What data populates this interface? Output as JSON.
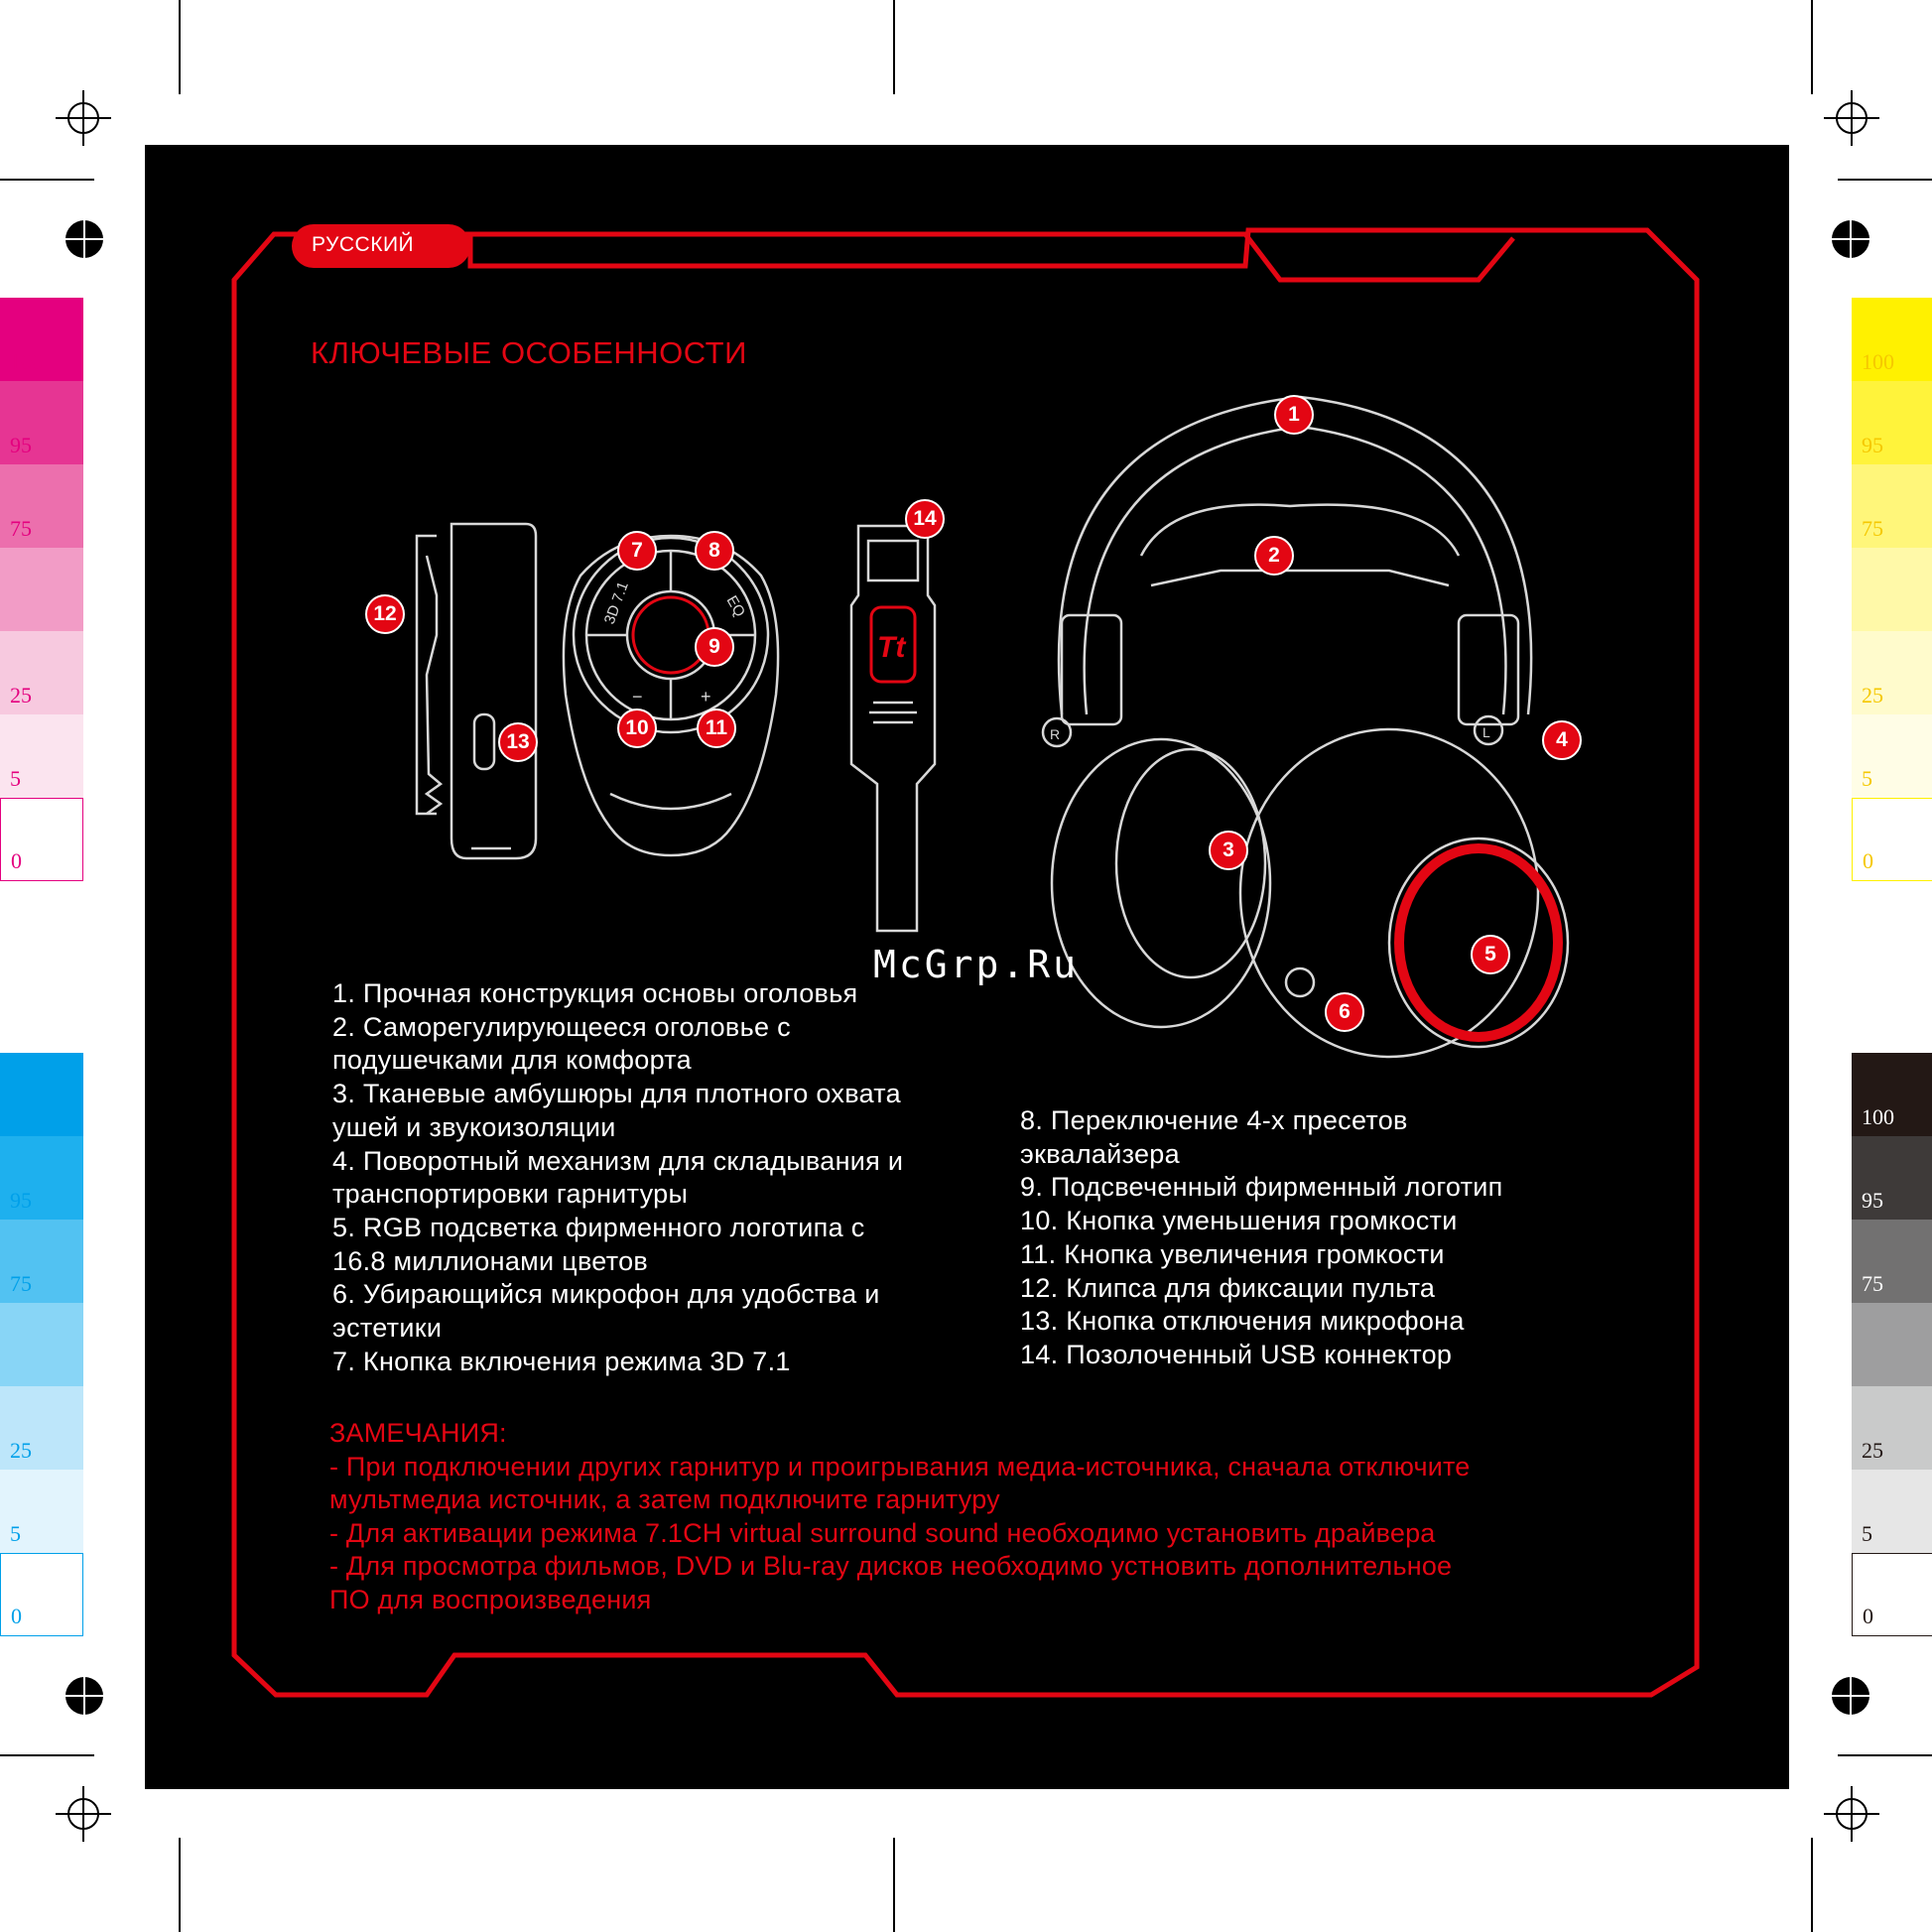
{
  "language_tab": "РУССКИЙ",
  "heading": "КЛЮЧЕВЫЕ ОСОБЕННОСТИ",
  "watermark": "McGrp.Ru",
  "color_bars": {
    "labels": [
      "100",
      "95",
      "75",
      "",
      "25",
      "5",
      "0"
    ],
    "magenta": [
      "#e4007f",
      "#e63593",
      "#ec6fad",
      "#f29cc6",
      "#f7c9df",
      "#fbe4ef",
      "#ffffff"
    ],
    "yellow": [
      "#fff100",
      "#fff33b",
      "#fff67a",
      "#fff9a8",
      "#fffbcc",
      "#fffde6",
      "#ffffff"
    ],
    "cyan": [
      "#00a0e9",
      "#1eb0ee",
      "#52c2f2",
      "#88d5f6",
      "#bde6fa",
      "#e2f4fd",
      "#ffffff"
    ],
    "black": [
      "#231815",
      "#3e3a39",
      "#727171",
      "#9e9e9f",
      "#c9caca",
      "#e6e6e6",
      "#ffffff"
    ]
  },
  "callouts": [
    "1",
    "2",
    "3",
    "4",
    "5",
    "6",
    "7",
    "8",
    "9",
    "10",
    "11",
    "12",
    "13",
    "14"
  ],
  "device_labels": {
    "mode": "3D 7.1",
    "eq": "EQ",
    "minus": "−",
    "plus": "+",
    "usb_logo": "Tt",
    "ear_r": "R",
    "ear_l": "L"
  },
  "features_left": [
    "1. Прочная конструкция основы оголовья",
    "2. Саморегулирующееся оголовье с",
    "подушечками для комфорта",
    "3. Тканевые амбушюры для плотного охвата",
    "ушей и звукоизоляции",
    "4. Поворотный механизм для складывания и",
    "транспортировки гарнитуры",
    "5. RGB подсветка фирменного логотипа с",
    "16.8 миллионами цветов",
    "6. Убирающийся микрофон для удобства и",
    "эстетики",
    "7. Кнопка включения режима 3D 7.1"
  ],
  "features_right": [
    "8. Переключение 4-х пресетов",
    "эквалайзера",
    "9. Подсвеченный фирменный логотип",
    "10. Кнопка уменьшения громкости",
    "11. Кнопка увеличения громкости",
    "12. Клипса для фиксации пульта",
    "13. Кнопка отключения микрофона",
    "14. Позолоченный USB коннектор"
  ],
  "notes": {
    "title": "ЗАМЕЧАНИЯ:",
    "lines": [
      "- При подключении  других гарнитур и проигрывания медиа-источника, сначала отключите",
      "мультмедиа источник, а затем подключите гарнитуру",
      "- Для активации режима 7.1CH virtual surround sound  необходимо установить драйвера",
      "- Для просмотра фильмов, DVD и Blu-ray дисков необходимо устновить дополнительное",
      "ПО для воспроизведения"
    ]
  },
  "accent_color": "#e30613"
}
